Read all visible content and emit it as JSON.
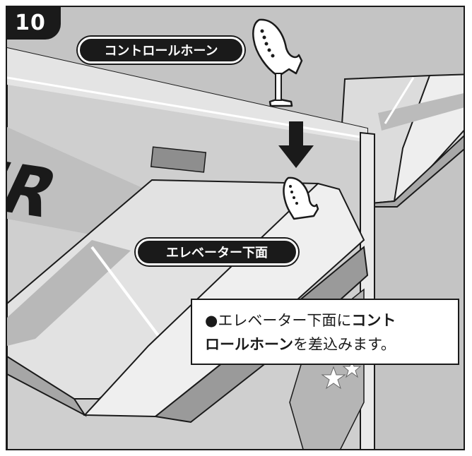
{
  "step": {
    "number": "10"
  },
  "callouts": {
    "control_horn": "コントロールホーン",
    "elevator_underside": "エレベーター下面"
  },
  "fuselage_decal": "MR",
  "instruction": {
    "bullet": "●",
    "part1": "エレベーター下面に",
    "part1_bold": "コント",
    "line2_bold": "ロールホーン",
    "part2": "を差込みます。"
  },
  "colors": {
    "frame_bg": "#c8c8c8",
    "label_bg": "#1a1a1a",
    "label_text": "#ffffff"
  },
  "icons": [
    "control-horn-icon",
    "down-arrow-icon",
    "star-icon"
  ]
}
